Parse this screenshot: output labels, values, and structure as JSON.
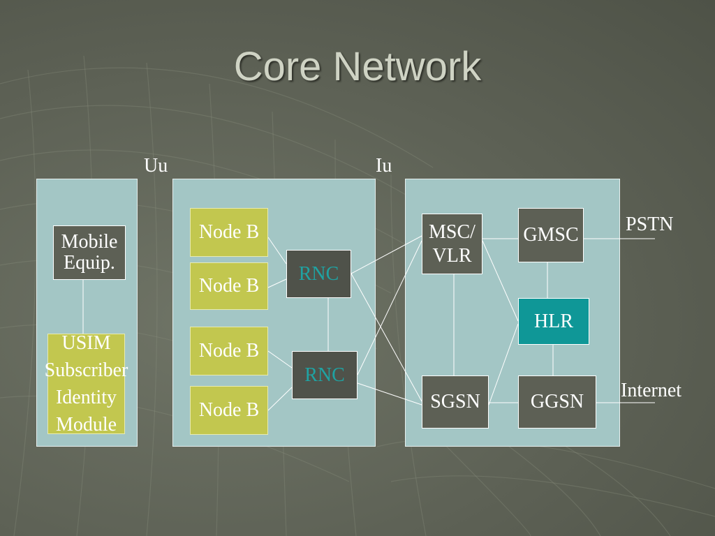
{
  "title": "Core Network",
  "interfaces": {
    "uu": "Uu",
    "iu": "Iu"
  },
  "external": {
    "pstn": "PSTN",
    "internet": "Internet"
  },
  "ue": {
    "mobile_equip": [
      "Mobile",
      "Equip."
    ],
    "usim": [
      "USIM",
      "Subscriber",
      "Identity",
      "Module"
    ]
  },
  "ran": {
    "node_b_1": "Node B",
    "node_b_2": "Node B",
    "node_b_3": "Node B",
    "node_b_4": "Node B",
    "rnc_1": "RNC",
    "rnc_2": "RNC"
  },
  "core": {
    "msc_vlr": [
      "MSC/",
      "VLR"
    ],
    "gmsc": "GMSC",
    "hlr": "HLR",
    "sgsn": "SGSN",
    "ggsn": "GGSN"
  },
  "colors": {
    "panel": "#a3c6c5",
    "node_b": "#c2c74f",
    "dark_node": "#5d6055",
    "hlr": "#0f9797",
    "rnc_text": "#1fa3a3",
    "connector": "#ffffff"
  }
}
